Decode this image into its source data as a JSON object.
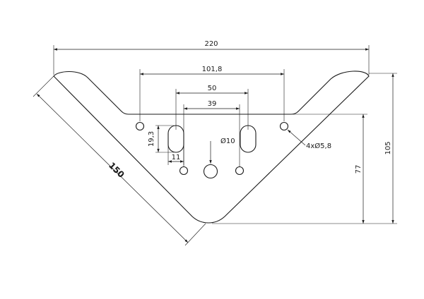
{
  "drawing": {
    "dimensions": {
      "overall_width": "220",
      "outer_hole_spacing": "101,8",
      "slot_outer_spacing": "50",
      "slot_inner_spacing": "39",
      "slot_height": "19,3",
      "slot_width": "11",
      "center_hole": "Ø10",
      "holes_callout": "4xØ5,8",
      "arm_length": "150",
      "inner_height": "77",
      "overall_height": "105"
    },
    "colors": {
      "line": "#1a1a1a",
      "background": "#ffffff"
    }
  }
}
